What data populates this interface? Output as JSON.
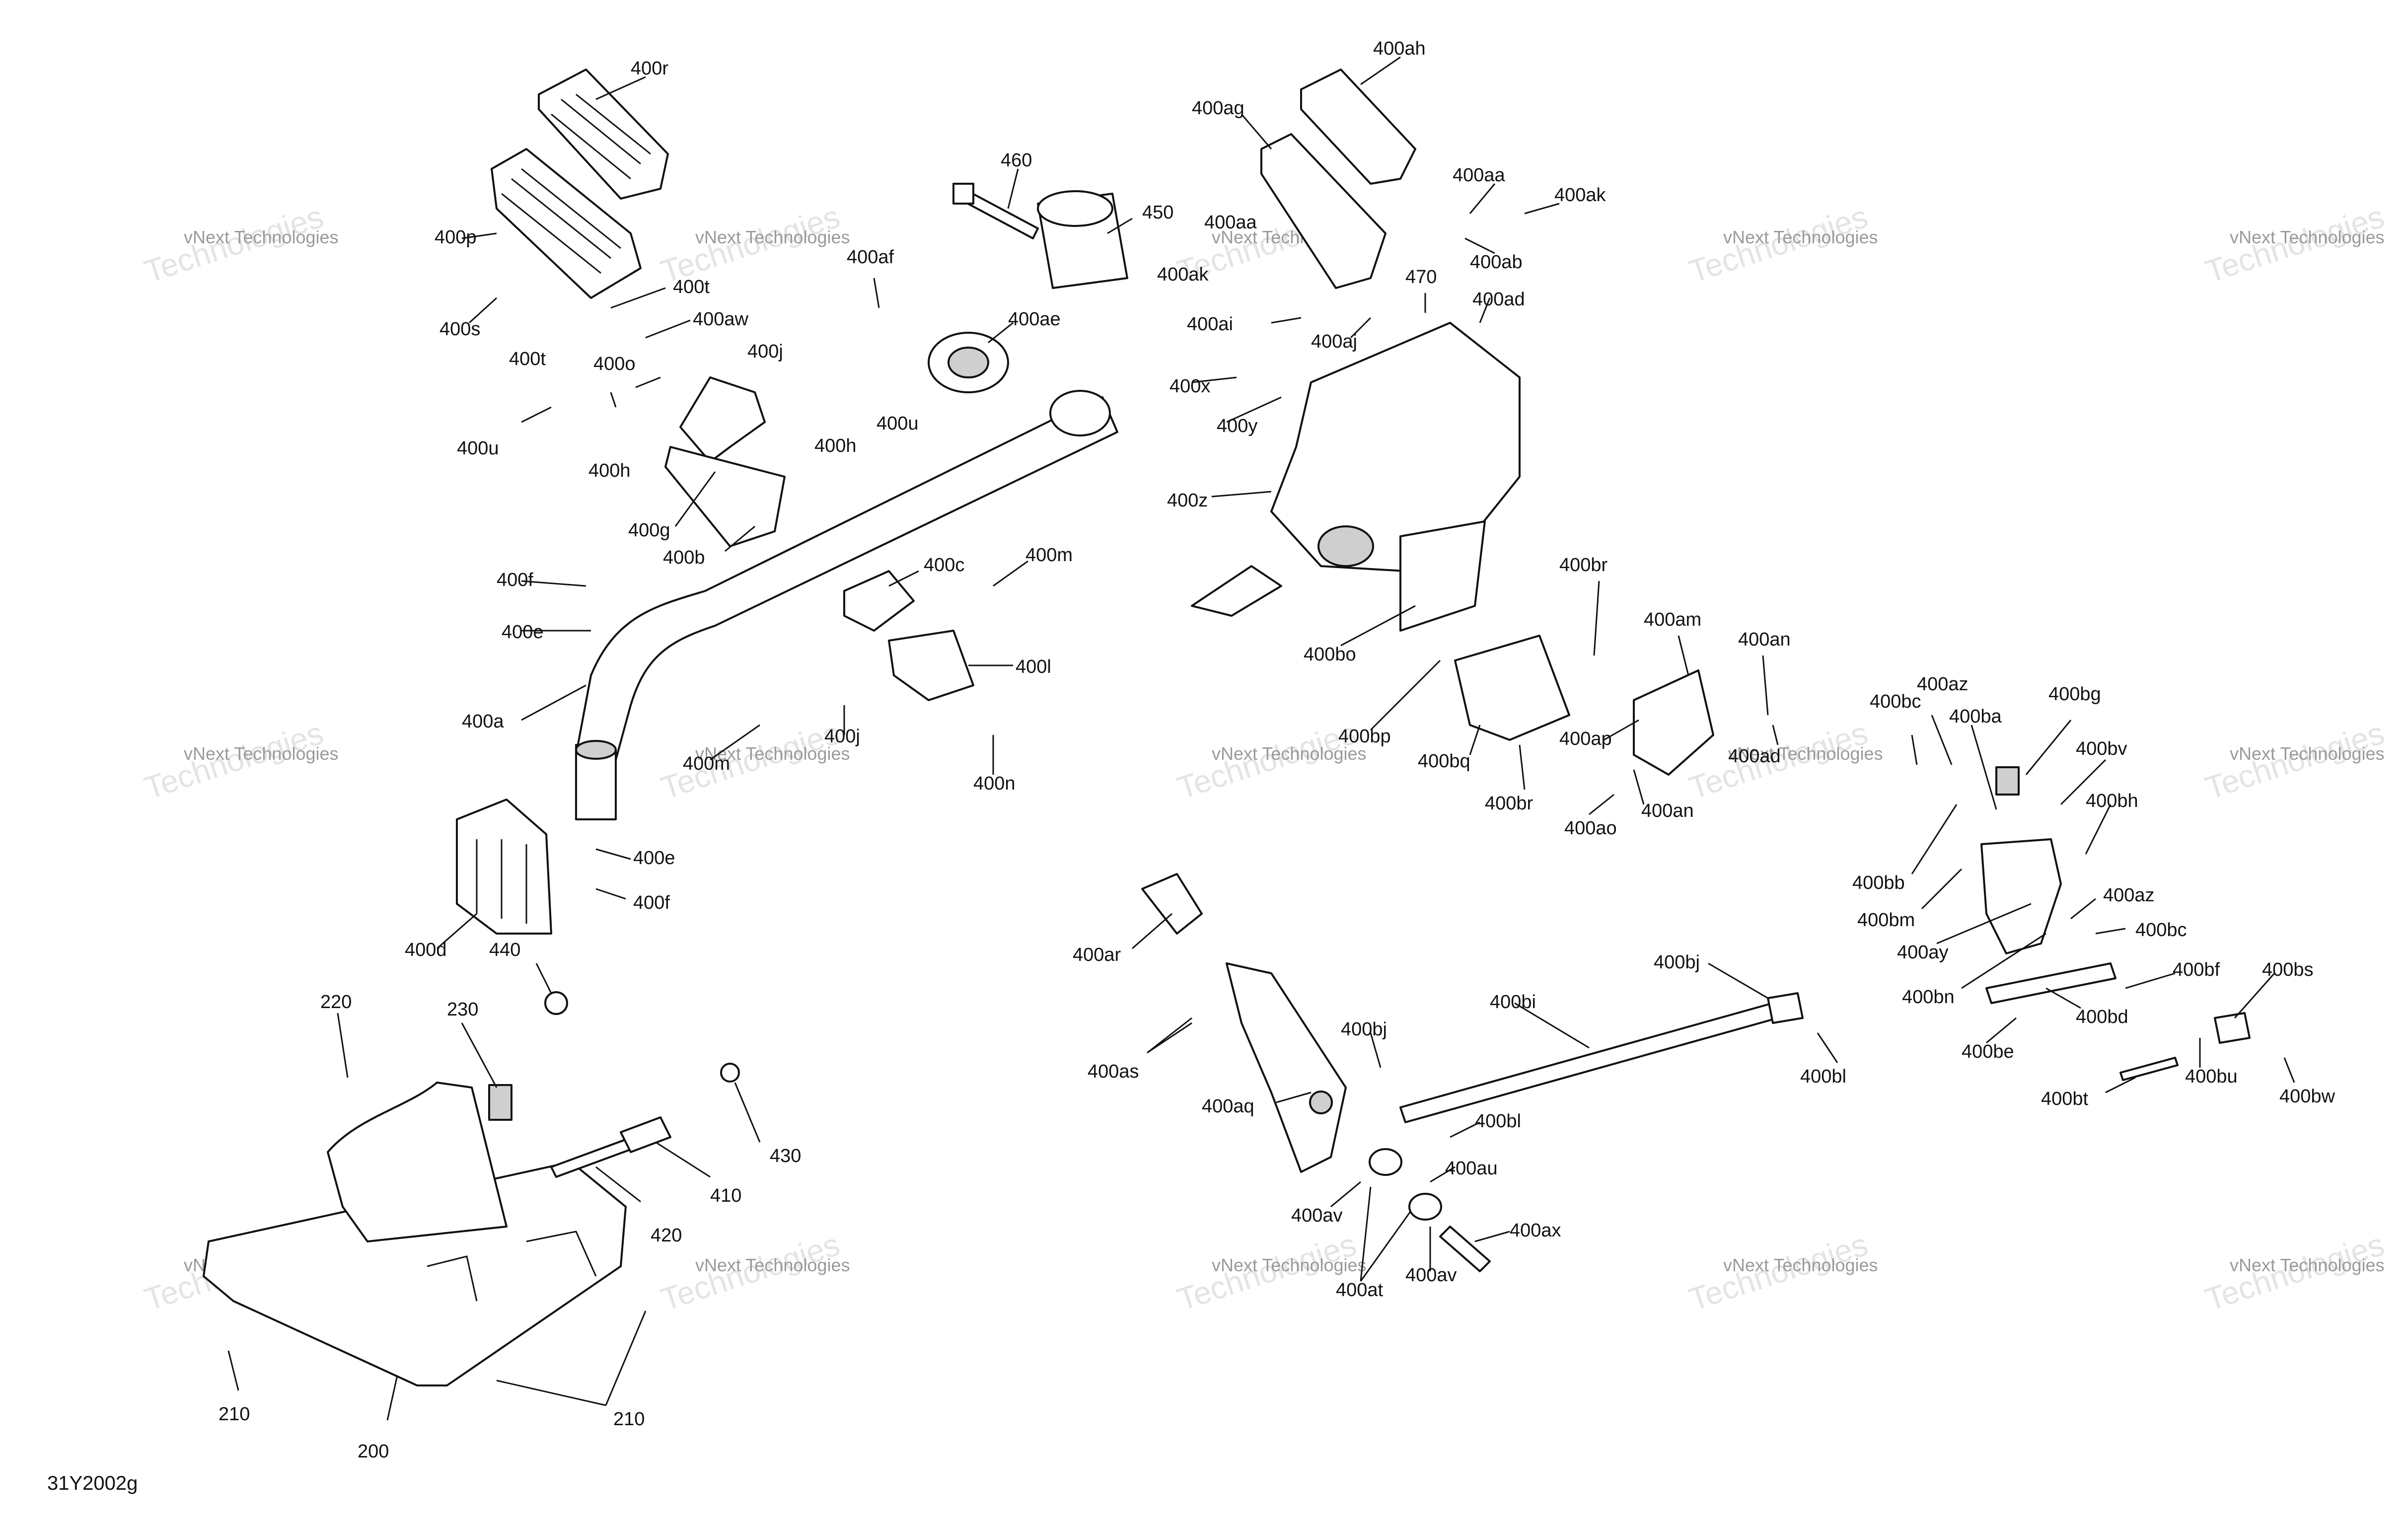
{
  "diagram_code": "31Y2002g",
  "watermark": {
    "line1": "vNext Technologies",
    "line2": "Technologies",
    "line3": "vNext"
  },
  "labels": {
    "l_400r": "400r",
    "l_400p": "400p",
    "l_400s": "400s",
    "l_400t_a": "400t",
    "l_400t_b": "400t",
    "l_400aw": "400aw",
    "l_400o": "400o",
    "l_400j_a": "400j",
    "l_400h_a": "400h",
    "l_400u_a": "400u",
    "l_400u_b": "400u",
    "l_400h_b": "400h",
    "l_400g": "400g",
    "l_400b": "400b",
    "l_400f_a": "400f",
    "l_400e_a": "400e",
    "l_400a": "400a",
    "l_400c": "400c",
    "l_400m_a": "400m",
    "l_400l": "400l",
    "l_400j_b": "400j",
    "l_400m_b": "400m",
    "l_400n": "400n",
    "l_400e_b": "400e",
    "l_400f_b": "400f",
    "l_400d": "400d",
    "l_440": "440",
    "l_460": "460",
    "l_450": "450",
    "l_400af": "400af",
    "l_400ae": "400ae",
    "l_220": "220",
    "l_230": "230",
    "l_430": "430",
    "l_410": "410",
    "l_420": "420",
    "l_210_a": "210",
    "l_210_b": "210",
    "l_200": "200",
    "l_400ah": "400ah",
    "l_400ag": "400ag",
    "l_400aa": "400aa",
    "l_400ak_a": "400ak",
    "l_400aa_b": "400aa",
    "l_400ab": "400ab",
    "l_400ak_b": "400ak",
    "l_470": "470",
    "l_400ad_a": "400ad",
    "l_400ai": "400ai",
    "l_400aj": "400aj",
    "l_400x": "400x",
    "l_400y": "400y",
    "l_400z": "400z",
    "l_400br_a": "400br",
    "l_400bo": "400bo",
    "l_400bp": "400bp",
    "l_400am": "400am",
    "l_400an_a": "400an",
    "l_400bq": "400bq",
    "l_400ap": "400ap",
    "l_400ad_b": "400ad",
    "l_400br_b": "400br",
    "l_400ao": "400ao",
    "l_400an_b": "400an",
    "l_400az_a": "400az",
    "l_400bc_a": "400bc",
    "l_400ba": "400ba",
    "l_400bg": "400bg",
    "l_400bv": "400bv",
    "l_400bh": "400bh",
    "l_400bb": "400bb",
    "l_400bm": "400bm",
    "l_400az_b": "400az",
    "l_400ay": "400ay",
    "l_400bc_b": "400bc",
    "l_400bn": "400bn",
    "l_400bf": "400bf",
    "l_400bs": "400bs",
    "l_400bd": "400bd",
    "l_400be": "400be",
    "l_400bu": "400bu",
    "l_400bt": "400bt",
    "l_400bw": "400bw",
    "l_400ar": "400ar",
    "l_400bj_a": "400bj",
    "l_400bi": "400bi",
    "l_400bj_b": "400bj",
    "l_400bl_a": "400bl",
    "l_400as": "400as",
    "l_400aq": "400aq",
    "l_400bl_b": "400bl",
    "l_400au": "400au",
    "l_400av_a": "400av",
    "l_400ax": "400ax",
    "l_400at": "400at",
    "l_400av_b": "400av"
  }
}
